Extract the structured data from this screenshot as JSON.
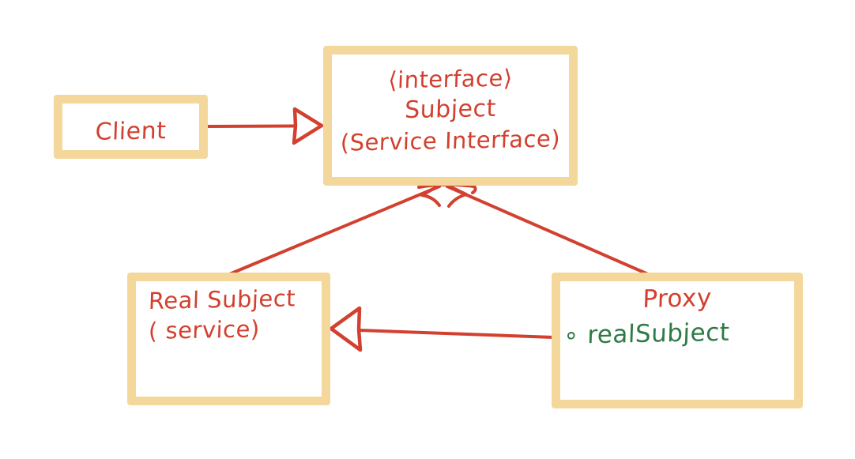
{
  "diagram": {
    "title": "Proxy design pattern UML class diagram",
    "style": "hand-drawn whiteboard sketch",
    "colors": {
      "background": "#ffffff",
      "box_border": "#f4d79b",
      "box_fill": "#ffffff",
      "ink_primary": "#d2402f",
      "ink_attribute": "#2e7a47"
    },
    "nodes": [
      {
        "id": "client",
        "name": "Client",
        "lines": [
          "Client"
        ]
      },
      {
        "id": "subject",
        "name": "Subject",
        "stereotype": "⟨interface⟩",
        "lines": [
          "Subject",
          "(Service Interface)"
        ]
      },
      {
        "id": "realsubject",
        "name": "Real Subject",
        "lines": [
          "Real Subject",
          "( service)"
        ]
      },
      {
        "id": "proxy",
        "name": "Proxy",
        "lines": [
          "Proxy"
        ],
        "attributes": [
          "∘ realSubject"
        ]
      }
    ],
    "connectors": [
      {
        "id": "client-to-subject",
        "from": "client",
        "to": "subject",
        "kind": "dependency-realization",
        "head": "hollow-triangle",
        "head_at": "subject-left"
      },
      {
        "id": "realsubject-to-subject",
        "from": "realsubject",
        "to": "subject",
        "kind": "implements",
        "head": "hollow-triangle",
        "head_at": "subject-bottom"
      },
      {
        "id": "proxy-to-subject",
        "from": "proxy",
        "to": "subject",
        "kind": "implements",
        "head": "hollow-triangle",
        "head_at": "subject-bottom"
      },
      {
        "id": "proxy-to-realsubject",
        "from": "proxy",
        "to": "realsubject",
        "kind": "association",
        "head": "hollow-triangle",
        "head_at": "realsubject-right"
      }
    ]
  }
}
